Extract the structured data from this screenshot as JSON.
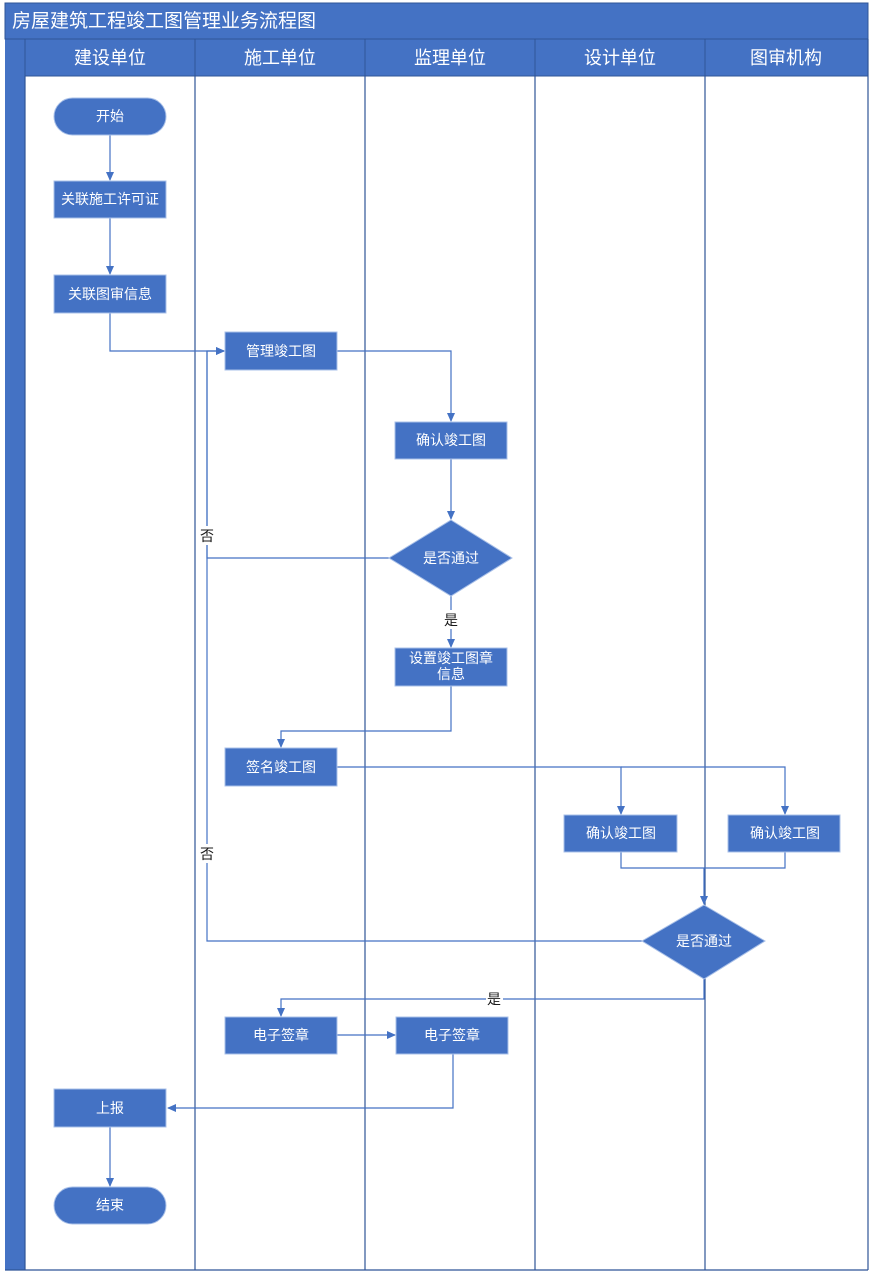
{
  "title": "房屋建筑工程竣工图管理业务流程图",
  "lanes": [
    "建设单位",
    "施工单位",
    "监理单位",
    "设计单位",
    "图审机构"
  ],
  "nodes": {
    "start": "开始",
    "link_permit": "关联施工许可证",
    "link_review": "关联图审信息",
    "manage_drawing": "管理竣工图",
    "confirm_supervision": "确认竣工图",
    "decision_1": "是否通过",
    "set_stamp": [
      "设置竣工图章",
      "信息"
    ],
    "sign_drawing": "签名竣工图",
    "confirm_design": "确认竣工图",
    "confirm_review": "确认竣工图",
    "decision_2": "是否通过",
    "esign_construction": "电子签章",
    "esign_supervision": "电子签章",
    "report": "上报",
    "end": "结束"
  },
  "edge_labels": {
    "d1_no": "否",
    "d1_yes": "是",
    "d2_no": "否",
    "d2_yes": "是"
  },
  "colors": {
    "header_fill": "#4472C4",
    "header_border": "#2F5597",
    "node_fill": "#4472C4",
    "node_border": "#A9C0E8",
    "edge": "#4472C4",
    "lane_line": "#2F5597",
    "background": "#FFFFFF"
  }
}
